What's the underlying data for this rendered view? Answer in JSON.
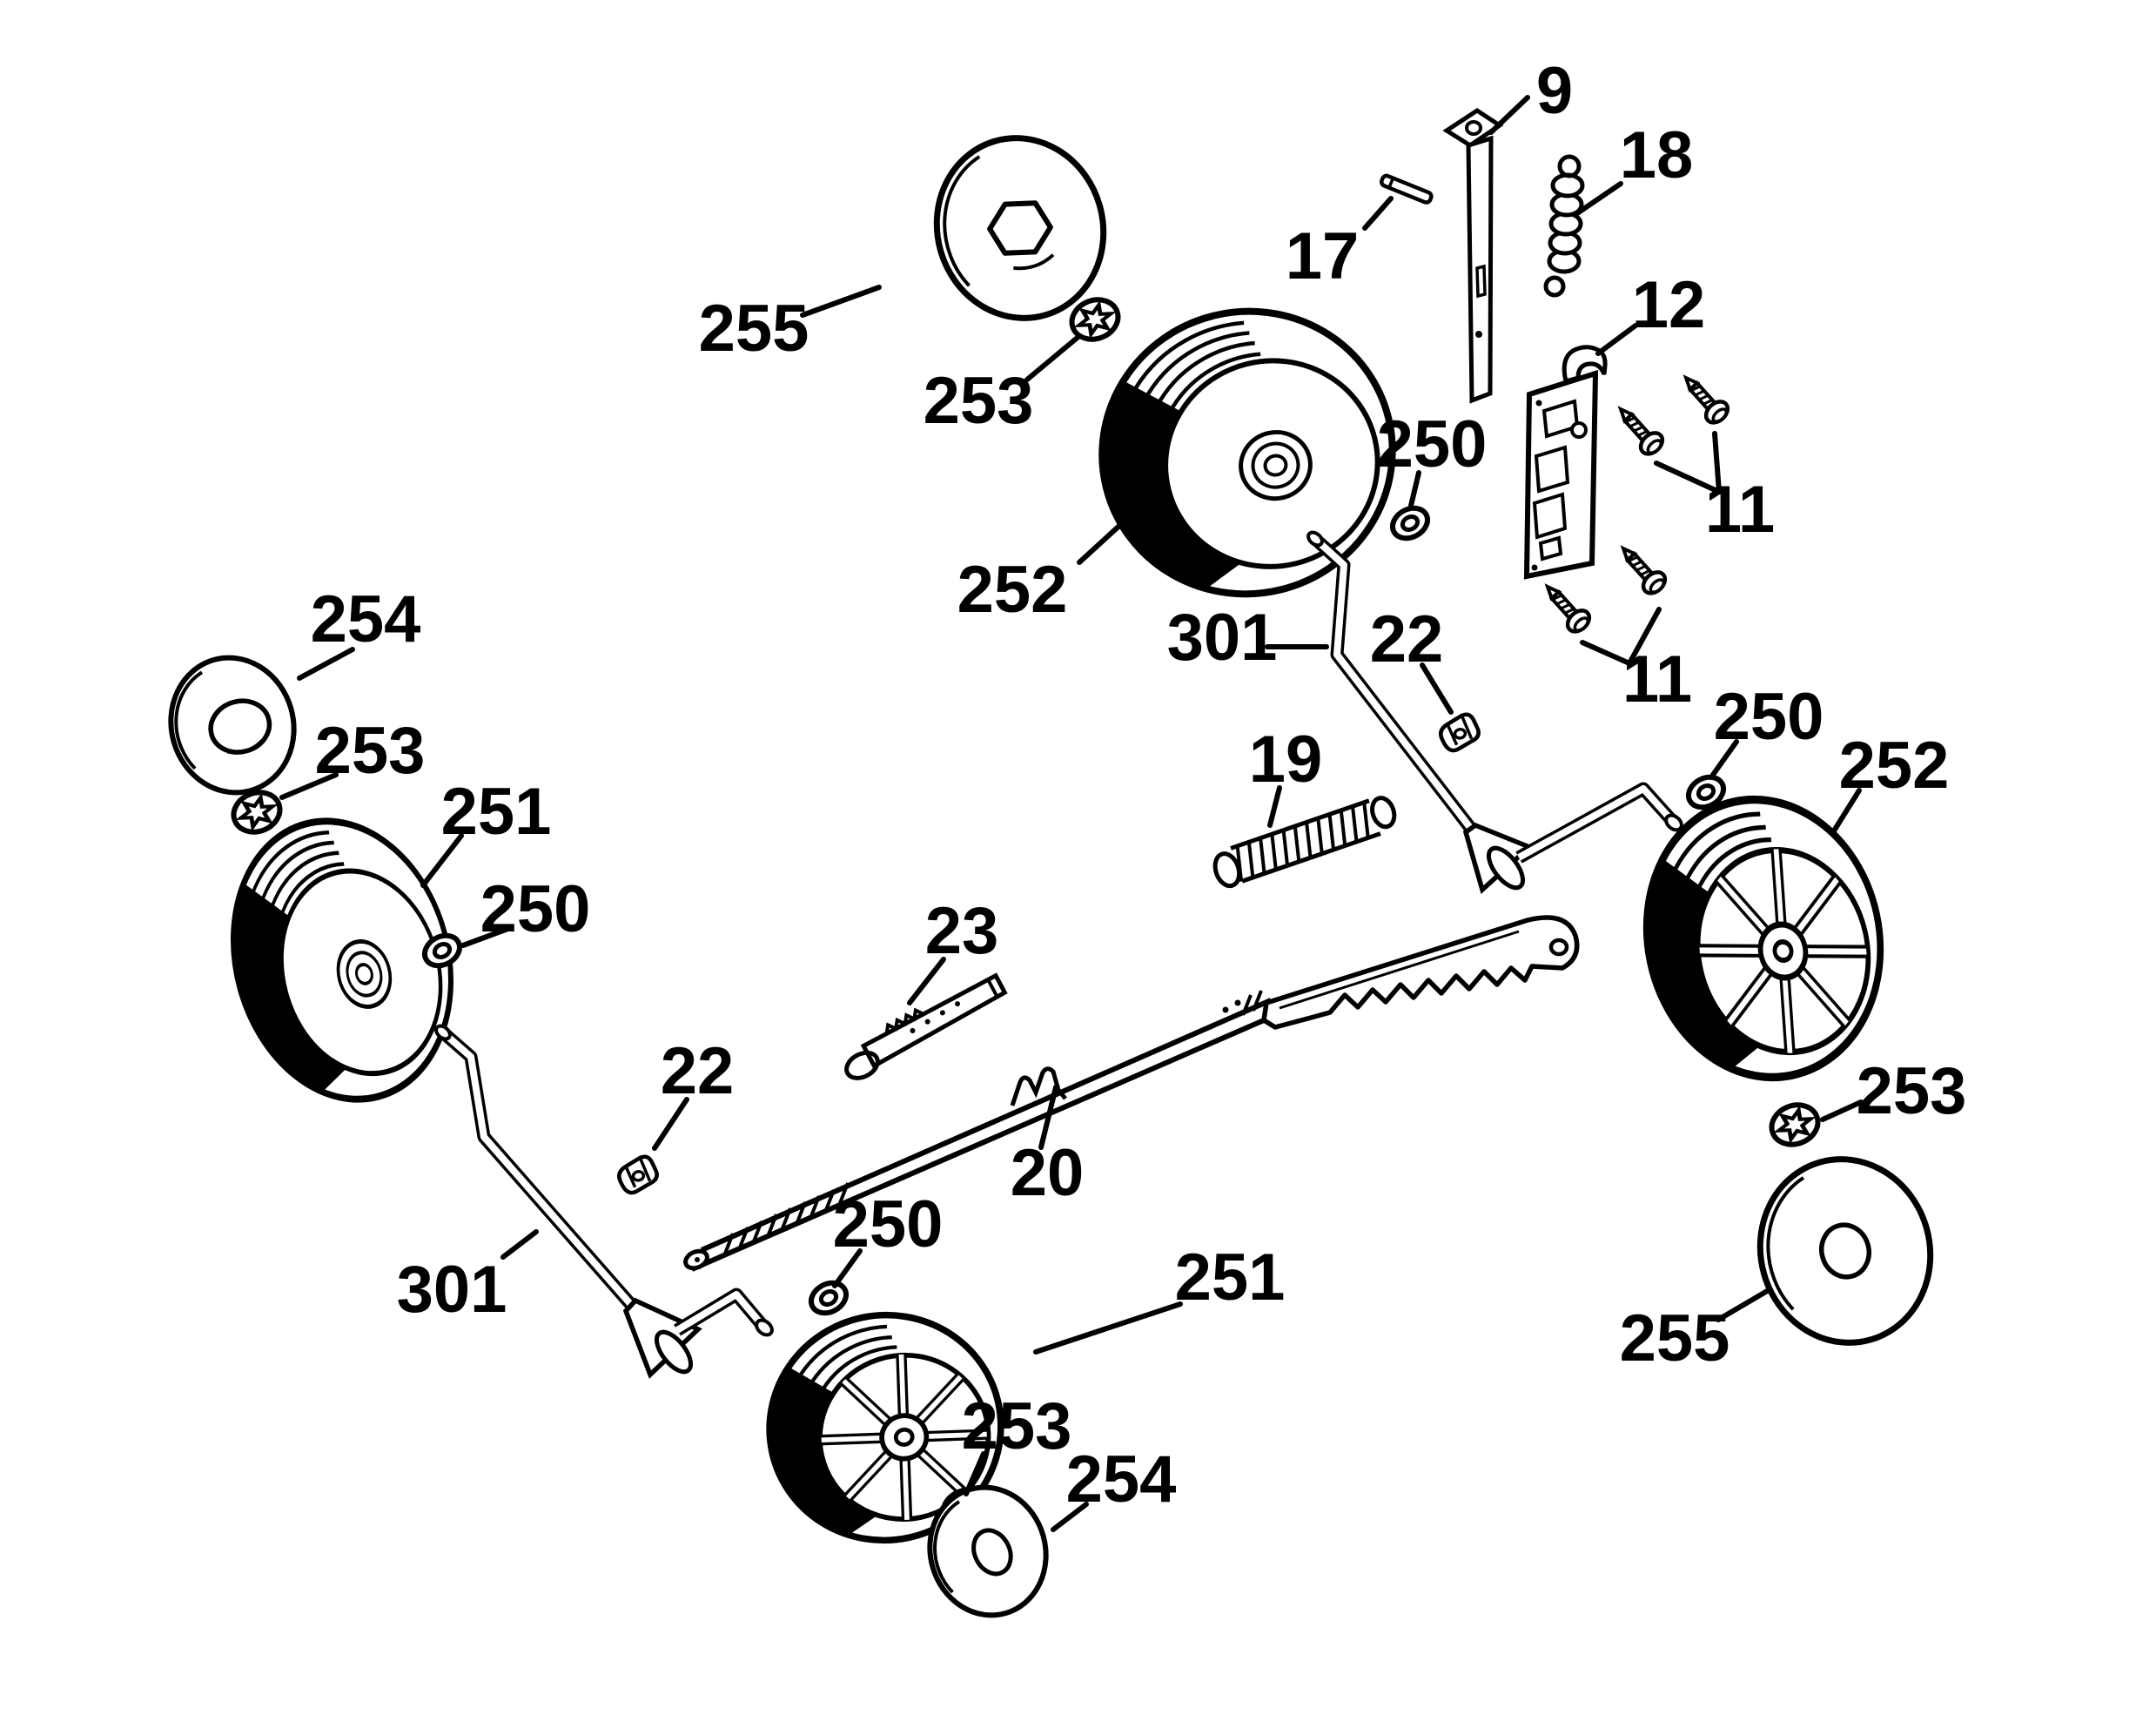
{
  "diagram": {
    "title": "Exploded parts diagram - wheel and height adjuster assembly",
    "background_color": "#ffffff",
    "line_color": "#000000",
    "callouts": [
      {
        "part": "9",
        "target": "handle-strap"
      },
      {
        "part": "17",
        "target": "pin"
      },
      {
        "part": "18",
        "target": "coil-spring-small"
      },
      {
        "part": "12",
        "target": "mounting-bracket"
      },
      {
        "part": "11",
        "target": "screws-upper-pair"
      },
      {
        "part": "11",
        "target": "screws-lower-pair"
      },
      {
        "part": "255",
        "target": "hub-cap-large-top"
      },
      {
        "part": "253",
        "target": "lock-washer-top"
      },
      {
        "part": "252",
        "target": "wheel-top"
      },
      {
        "part": "250",
        "target": "flat-washer-top"
      },
      {
        "part": "301",
        "target": "axle-arm-top"
      },
      {
        "part": "22",
        "target": "clip-top"
      },
      {
        "part": "250",
        "target": "flat-washer-right"
      },
      {
        "part": "252",
        "target": "wheel-right"
      },
      {
        "part": "253",
        "target": "lock-washer-right"
      },
      {
        "part": "255",
        "target": "hub-cap-large-bottom-right"
      },
      {
        "part": "19",
        "target": "extension-spring"
      },
      {
        "part": "23",
        "target": "adjuster-rack"
      },
      {
        "part": "20",
        "target": "adjuster-rod"
      },
      {
        "part": "254",
        "target": "hub-cap-small-left"
      },
      {
        "part": "253",
        "target": "lock-washer-left"
      },
      {
        "part": "251",
        "target": "wheel-left"
      },
      {
        "part": "250",
        "target": "flat-washer-left"
      },
      {
        "part": "301",
        "target": "axle-arm-bottom"
      },
      {
        "part": "22",
        "target": "clip-bottom"
      },
      {
        "part": "250",
        "target": "flat-washer-bottom"
      },
      {
        "part": "251",
        "target": "wheel-bottom"
      },
      {
        "part": "253",
        "target": "lock-washer-bottom"
      },
      {
        "part": "254",
        "target": "hub-cap-small-bottom"
      }
    ]
  }
}
